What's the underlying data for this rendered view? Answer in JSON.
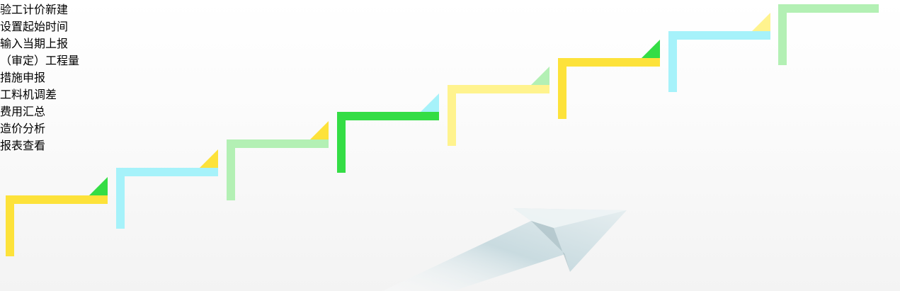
{
  "colors": {
    "yellow": "#fde23a",
    "cyan": "#a6f2fa",
    "mint": "#b3f0b4",
    "green": "#34dd45",
    "pale_yellow": "#fff38e"
  },
  "steps": [
    {
      "label": "验工计价新建",
      "color": "#fde23a",
      "tri_color": "#34dd45"
    },
    {
      "label": "设置起始时间",
      "color": "#a6f2fa",
      "tri_color": "#fde23a"
    },
    {
      "label": "输入当期上报（审定）工程量",
      "color": "#b3f0b4",
      "tri_color": "#fde23a"
    },
    {
      "label": "措施申报",
      "color": "#34dd45",
      "tri_color": "#a6f2fa"
    },
    {
      "label": "工料机调差",
      "color": "#fff38e",
      "tri_color": "#b3f0b4"
    },
    {
      "label": "费用汇总",
      "color": "#fde23a",
      "tri_color": "#34dd45"
    },
    {
      "label": "造价分析",
      "color": "#a6f2fa",
      "tri_color": "#fff38e"
    },
    {
      "label": "报表查看",
      "color": "#b3f0b4",
      "tri_color": null
    }
  ],
  "decor": {
    "arrow_icon": "rising-arrow-icon"
  }
}
